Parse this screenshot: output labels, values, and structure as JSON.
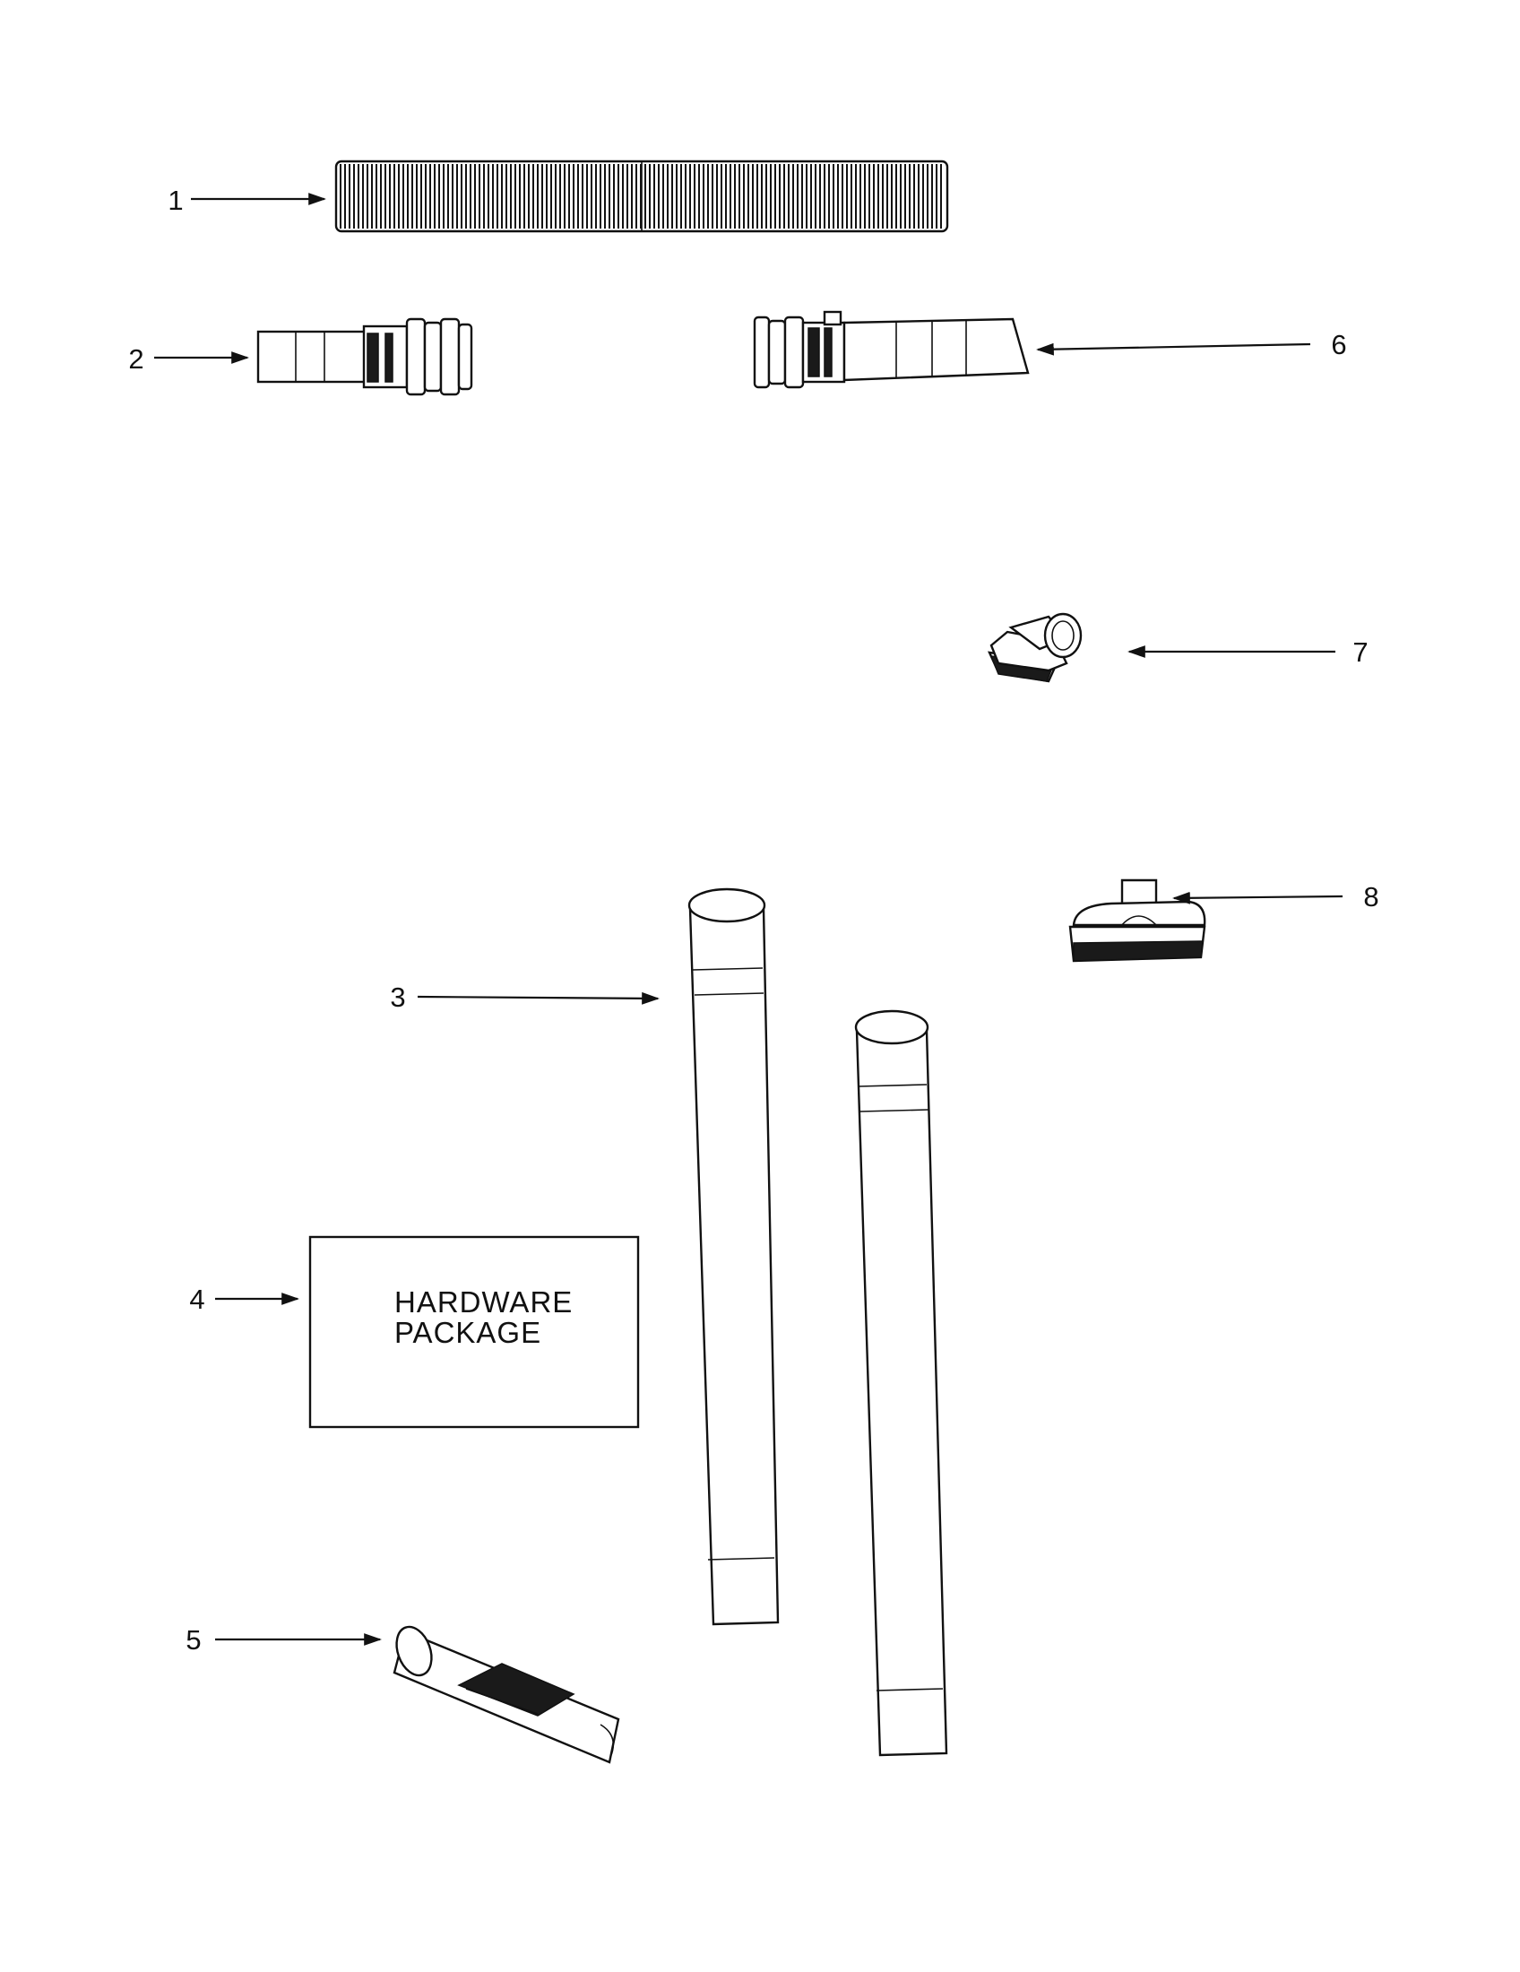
{
  "callouts": [
    {
      "id": "1",
      "label": "1"
    },
    {
      "id": "2",
      "label": "2"
    },
    {
      "id": "3",
      "label": "3"
    },
    {
      "id": "4",
      "label": "4"
    },
    {
      "id": "5",
      "label": "5"
    },
    {
      "id": "6",
      "label": "6"
    },
    {
      "id": "7",
      "label": "7"
    },
    {
      "id": "8",
      "label": "8"
    }
  ],
  "hardware_package": {
    "line1": "HARDWARE",
    "line2": "PACKAGE"
  }
}
